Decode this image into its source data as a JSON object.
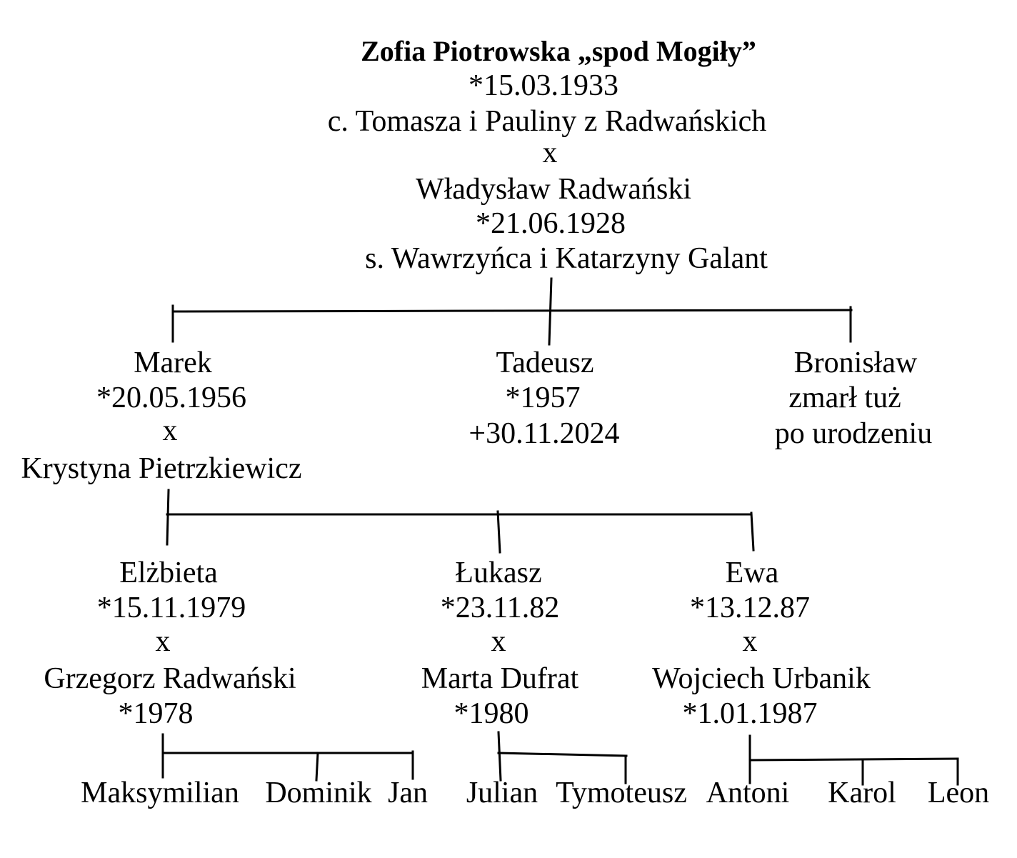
{
  "colors": {
    "background": "#ffffff",
    "text": "#000000",
    "lines": "#000000"
  },
  "root": {
    "name": "Zofia Piotrowska „spod Mogiły”",
    "birth": "*15.03.1933",
    "parents": "c. Tomasza i Pauliny z Radwańskich",
    "marriage": "x",
    "spouse": "Władysław Radwański",
    "spouse_birth": "*21.06.1928",
    "spouse_parents": "s. Wawrzyńca i Katarzyny Galant"
  },
  "children": [
    {
      "name": "Marek",
      "birth": "*20.05.1956",
      "marriage": "x",
      "spouse": "Krystyna Pietrzkiewicz"
    },
    {
      "name": "Tadeusz",
      "birth": "*1957",
      "death": "+30.11.2024"
    },
    {
      "name": "Bronisław",
      "note_line1": "zmarł tuż",
      "note_line2": "po urodzeniu"
    }
  ],
  "grandchildren": [
    {
      "name": "Elżbieta",
      "birth": "*15.11.1979",
      "marriage": "x",
      "spouse": "Grzegorz Radwański",
      "spouse_birth": "*1978",
      "children": [
        "Maksymilian",
        "Dominik",
        "Jan"
      ]
    },
    {
      "name": "Łukasz",
      "birth": "*23.11.82",
      "marriage": "x",
      "spouse": "Marta Dufrat",
      "spouse_birth": "*1980",
      "children": [
        "Julian",
        "Tymoteusz"
      ]
    },
    {
      "name": "Ewa",
      "birth": "*13.12.87",
      "marriage": "x",
      "spouse": "Wojciech Urbanik",
      "spouse_birth": "*1.01.1987",
      "children": [
        "Antoni",
        "Karol",
        "Leon"
      ]
    }
  ]
}
